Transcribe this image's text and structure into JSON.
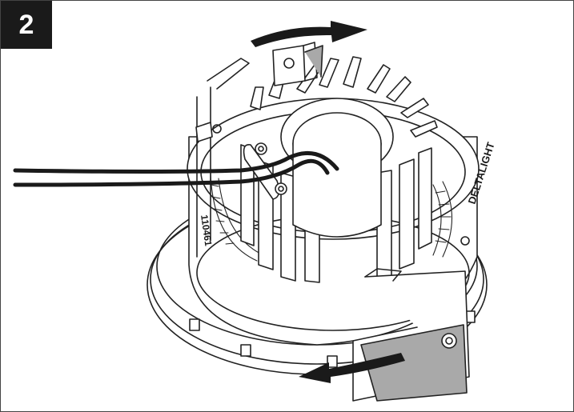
{
  "step": {
    "number": "2"
  },
  "markings": {
    "brand": "DELTALIGHT",
    "part_number": "110461"
  },
  "colors": {
    "ink": "#1a1a1a",
    "line": "#222222",
    "fill": "#ffffff",
    "tab_fill": "#a9a9a9",
    "frame_border": "#444444"
  },
  "icons": {
    "rotate_arrow_top": "arrow-right-curved",
    "rotate_arrow_bottom": "arrow-left-curved"
  }
}
